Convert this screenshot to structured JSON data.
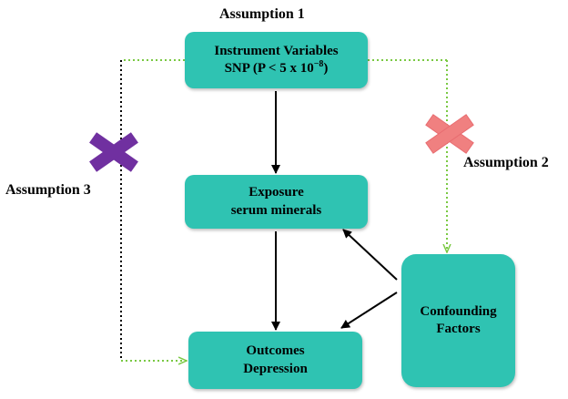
{
  "assumptions": {
    "a1": "Assumption 1",
    "a2": "Assumption 2",
    "a3": "Assumption 3"
  },
  "nodes": {
    "instrument": {
      "line1": "Instrument Variables",
      "line2_prefix": "SNP (P < 5  x 10",
      "line2_exp": "−8",
      "line2_suffix": ")"
    },
    "exposure": {
      "line1": "Exposure",
      "line2": "serum minerals"
    },
    "outcomes": {
      "line1": "Outcomes",
      "line2": "Depression"
    },
    "confounding": {
      "line1": "Confounding",
      "line2": "Factors"
    }
  },
  "colors": {
    "node_fill": "#2fc3b2",
    "dotted_green": "#7ac943",
    "cross_purple": "#7030a0",
    "cross_pink": "#f08080"
  },
  "icons": {
    "cross_left": "purple-x-icon",
    "cross_right": "pink-x-icon"
  }
}
